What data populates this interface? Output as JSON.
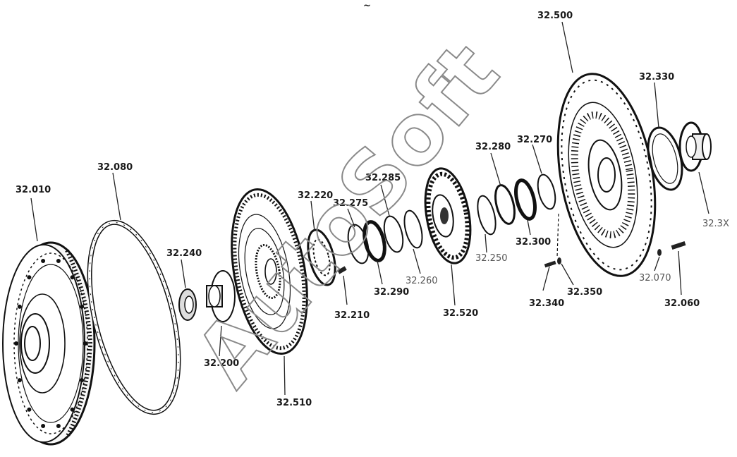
{
  "watermark": {
    "text": "AutoSoft"
  },
  "stray_mark": "~",
  "labels": {
    "p32010": "32.010",
    "p32080": "32.080",
    "p32240": "32.240",
    "p32200": "32.200",
    "p32510": "32.510",
    "p32220": "32.220",
    "p32210": "32.210",
    "p32275": "32.275",
    "p32285": "32.285",
    "p32290": "32.290",
    "p32260": "32.260",
    "p32520": "32.520",
    "p32250": "32.250",
    "p32280": "32.280",
    "p32300": "32.300",
    "p32270": "32.270",
    "p32340": "32.340",
    "p32350": "32.350",
    "p32500": "32.500",
    "p32330": "32.330",
    "p32070": "32.070",
    "p32060": "32.060",
    "p323x": "32.3X"
  }
}
